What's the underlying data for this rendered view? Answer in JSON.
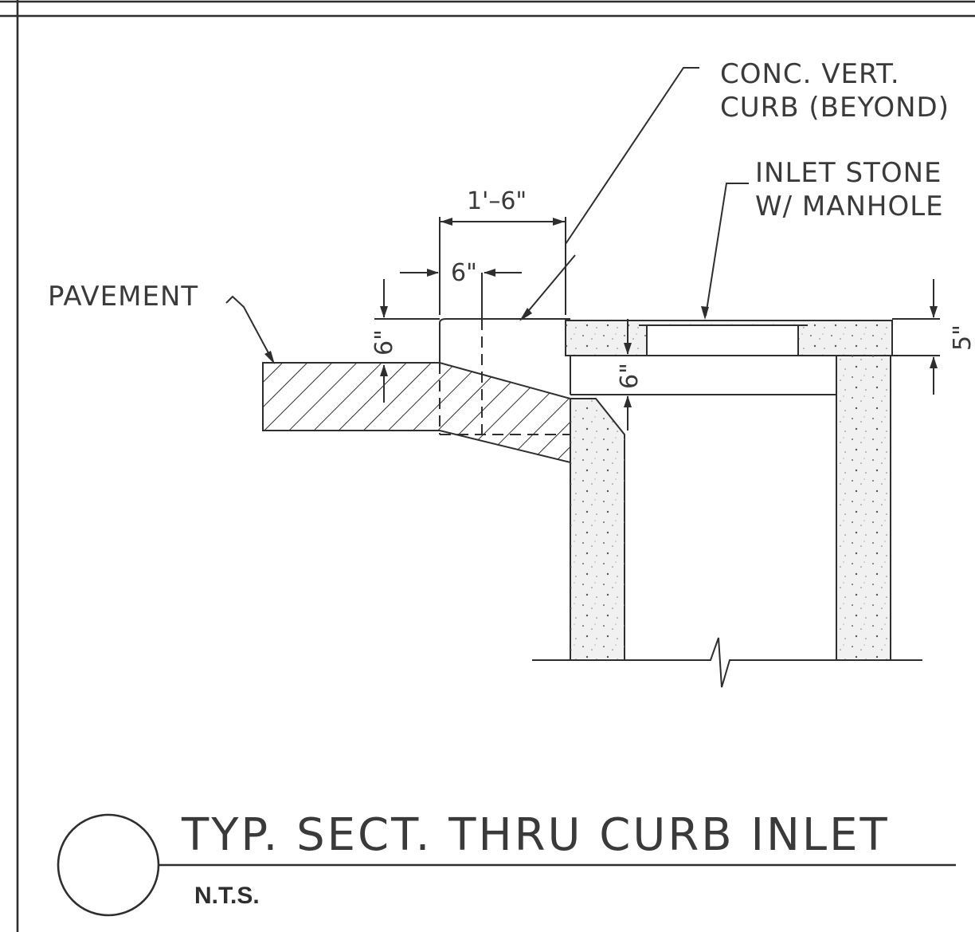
{
  "callouts": {
    "curb_line1": "CONC. VERT.",
    "curb_line2": "CURB (BEYOND)",
    "inlet_line1": "INLET STONE",
    "inlet_line2": "W/ MANHOLE",
    "pavement": "PAVEMENT"
  },
  "dimensions": {
    "overall_width": "1'–6\"",
    "curb_offset": "6\"",
    "curb_height": "6\"",
    "stone_drop": "6\"",
    "stone_thickness": "5\""
  },
  "title_block": {
    "title": "TYP. SECT. THRU CURB INLET",
    "scale": "N.T.S."
  }
}
